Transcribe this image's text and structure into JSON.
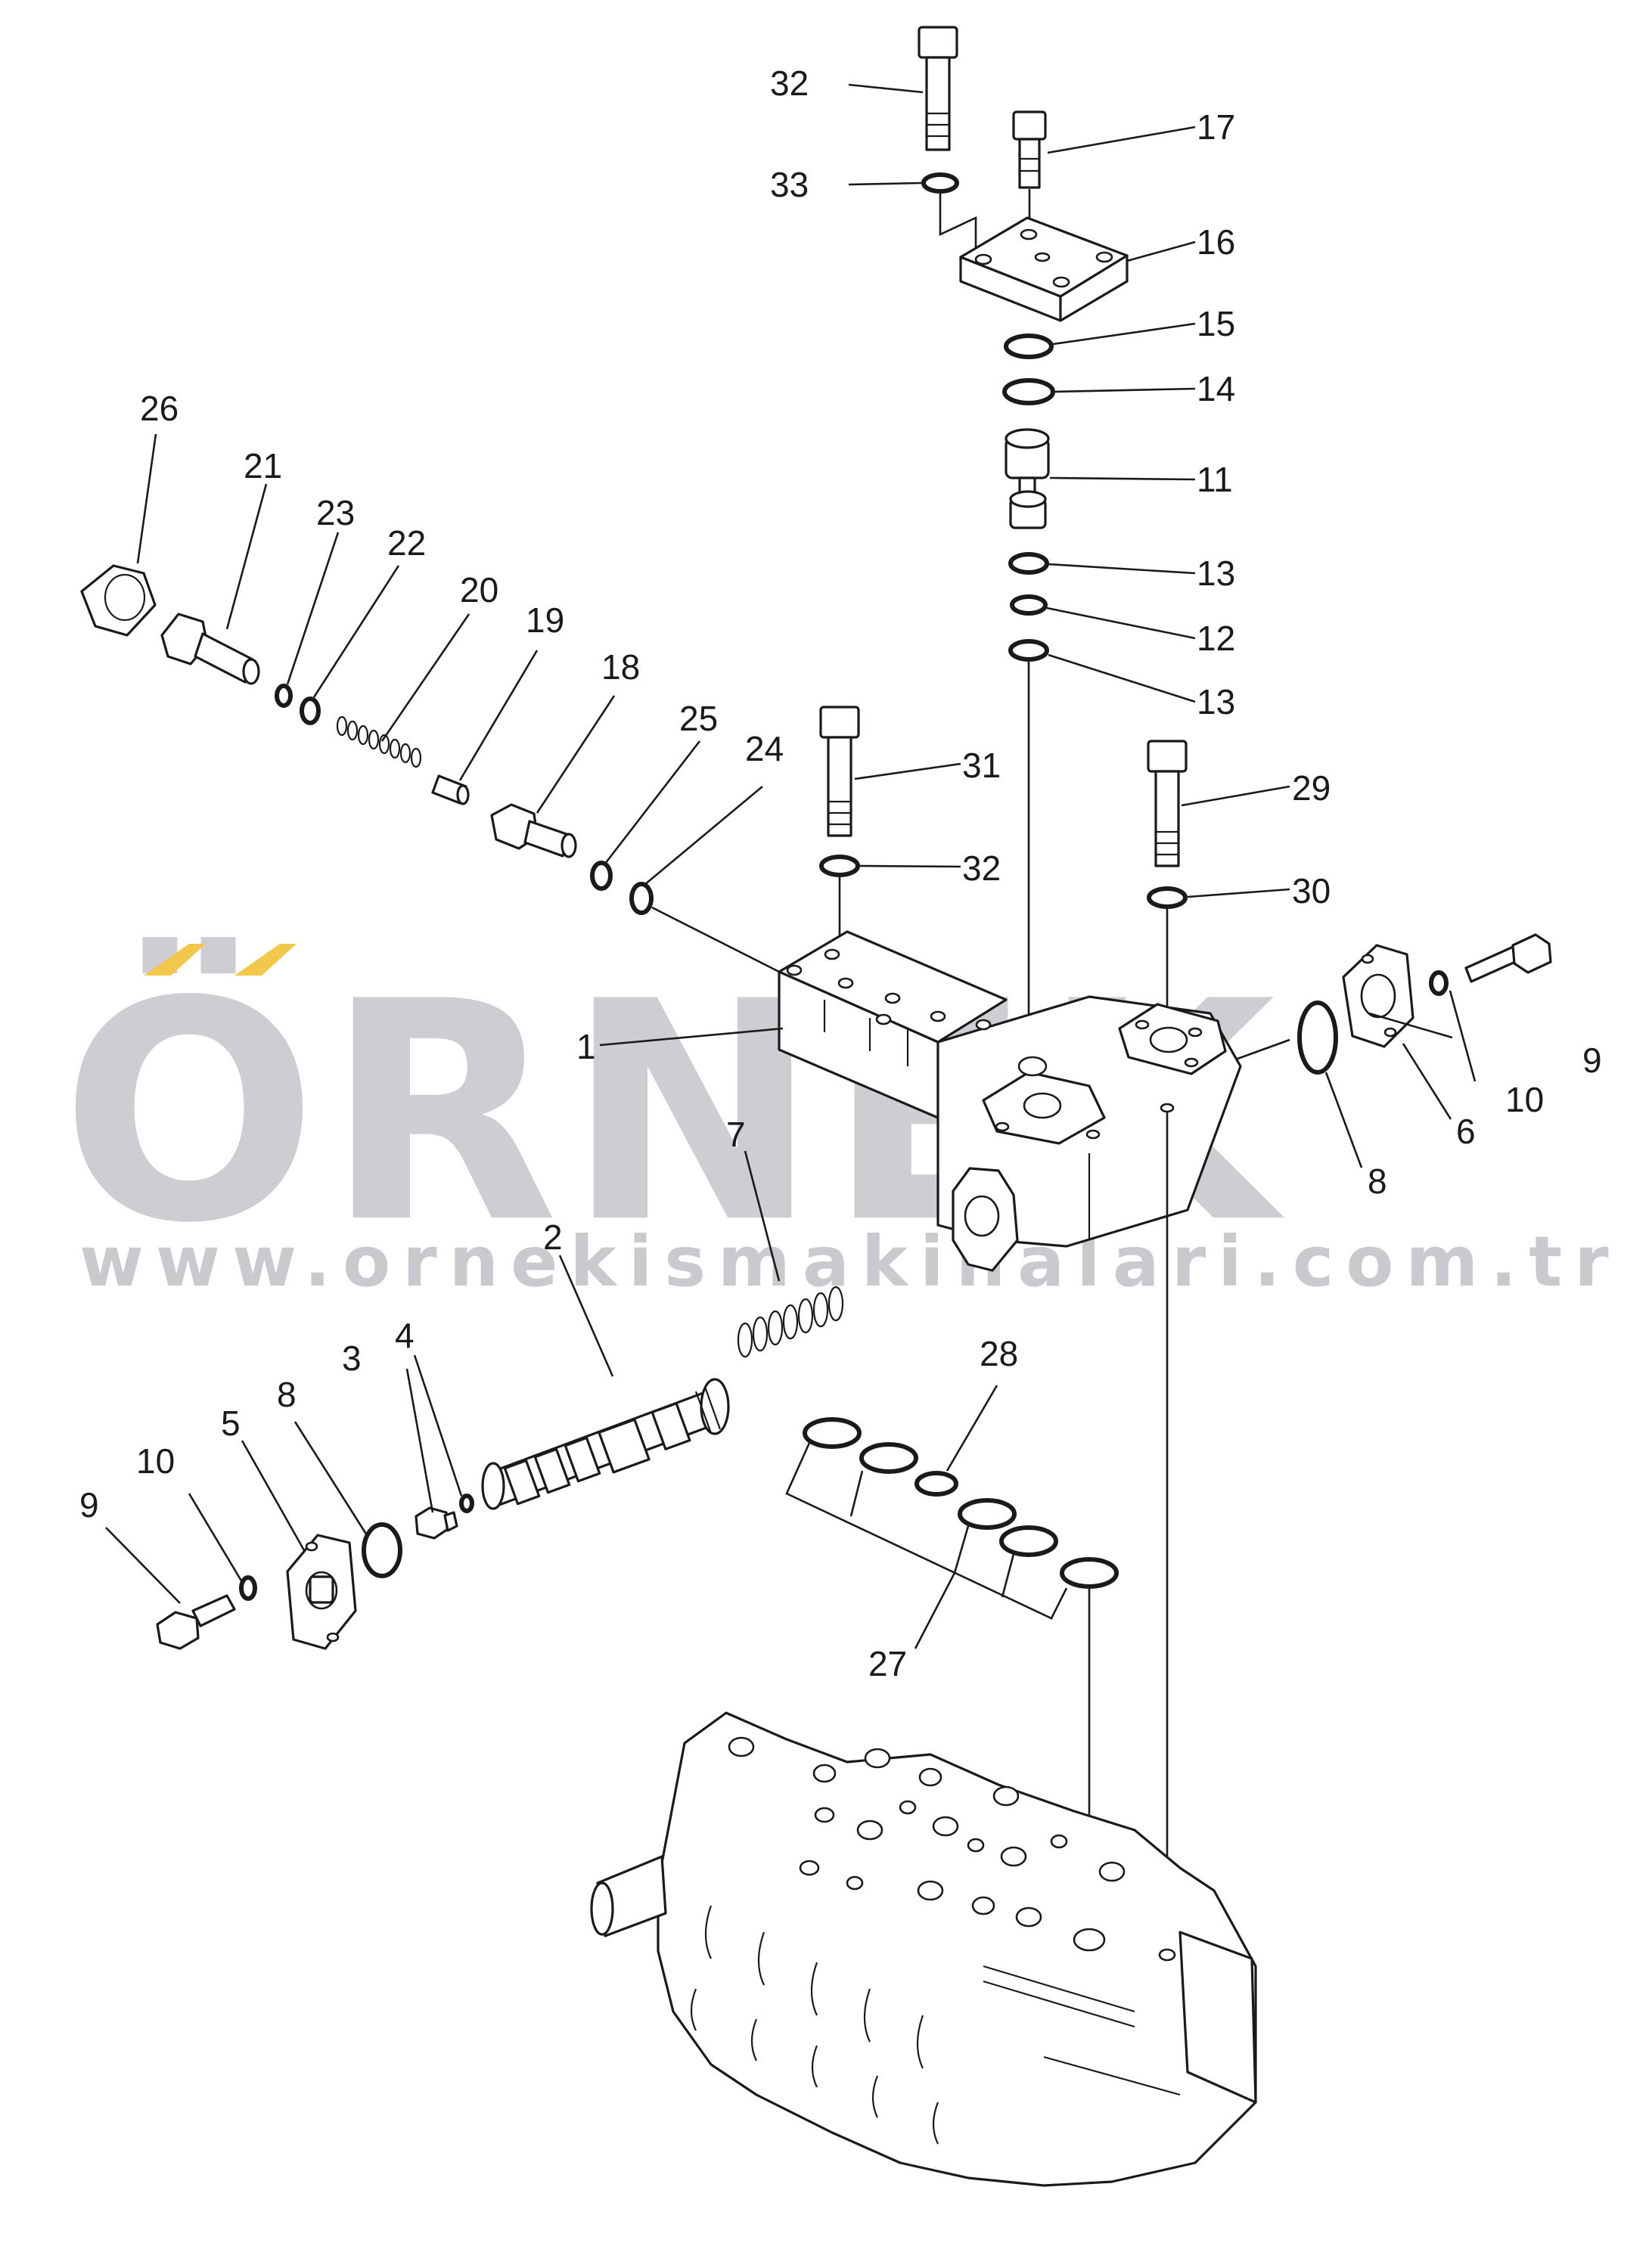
{
  "diagram": {
    "watermark": {
      "brand": "ÖRNEK",
      "url": "www.ornekismakinalari.com.tr",
      "accent_color": "#f2c84b",
      "text_color": "#a8a6ad"
    },
    "callouts": {
      "c32a": "32",
      "c33": "33",
      "c17": "17",
      "c16": "16",
      "c15": "15",
      "c14": "14",
      "c11": "11",
      "c13a": "13",
      "c12": "12",
      "c13b": "13",
      "c26": "26",
      "c21": "21",
      "c23": "23",
      "c22": "22",
      "c20": "20",
      "c19": "19",
      "c18": "18",
      "c25": "25",
      "c24": "24",
      "c31": "31",
      "c32b": "32",
      "c29": "29",
      "c30": "30",
      "c1": "1",
      "c9a": "9",
      "c10a": "10",
      "c6": "6",
      "c8a": "8",
      "c7": "7",
      "c2": "2",
      "c28": "28",
      "c3": "3",
      "c4": "4",
      "c8b": "8",
      "c5": "5",
      "c10b": "10",
      "c9b": "9",
      "c27": "27"
    }
  }
}
